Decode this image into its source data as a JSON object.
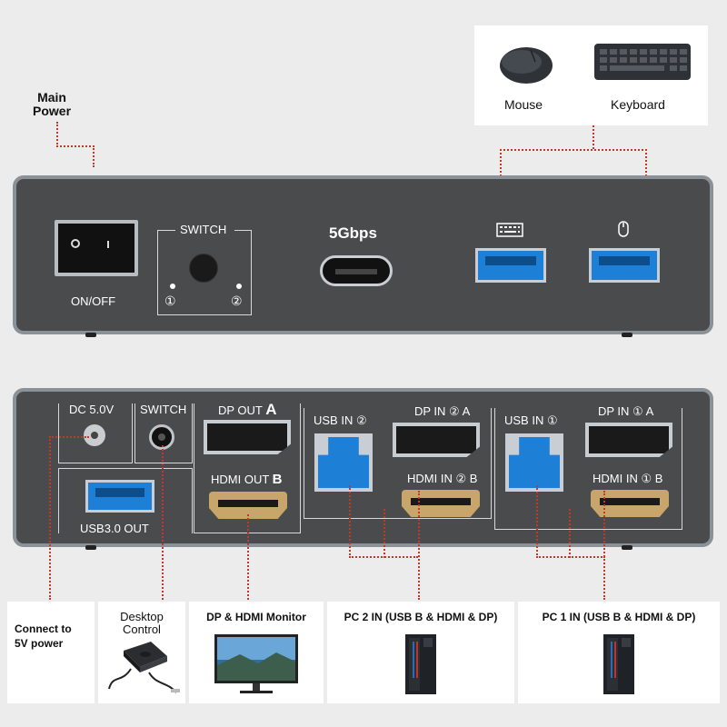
{
  "top_labels": {
    "main_power": "Main\nPower",
    "mouse": "Mouse",
    "keyboard": "Keyboard"
  },
  "front_panel": {
    "on_off": "ON/OFF",
    "switch": "SWITCH",
    "switch_1": "①",
    "switch_2": "②",
    "usb_c": "5Gbps"
  },
  "rear_panel": {
    "dc": "DC 5.0V",
    "switch": "SWITCH",
    "usb3_out": "USB3.0 OUT",
    "dp_out": "DP OUT",
    "dp_out_letter": "A",
    "hdmi_out": "HDMI OUT",
    "hdmi_out_letter": "B",
    "usb_in_2": "USB IN ②",
    "dp_in_2": "DP IN ② A",
    "hdmi_in_2": "HDMI IN ② B",
    "usb_in_1": "USB IN ①",
    "dp_in_1": "DP IN ① A",
    "hdmi_in_1": "HDMI IN ① B"
  },
  "bottom_cards": {
    "power": "Connect to\n5V power",
    "desktop": "Desktop\nControl",
    "monitor": "DP & HDMI Monitor",
    "pc2": "PC 2 IN (USB B & HDMI & DP)",
    "pc1": "PC 1 IN (USB B & HDMI & DP)"
  },
  "colors": {
    "panel": "#4a4b4d",
    "usb_blue": "#1e7fd6",
    "dotted_red": "#c0392b",
    "hdmi_gold": "#c8a56b"
  }
}
